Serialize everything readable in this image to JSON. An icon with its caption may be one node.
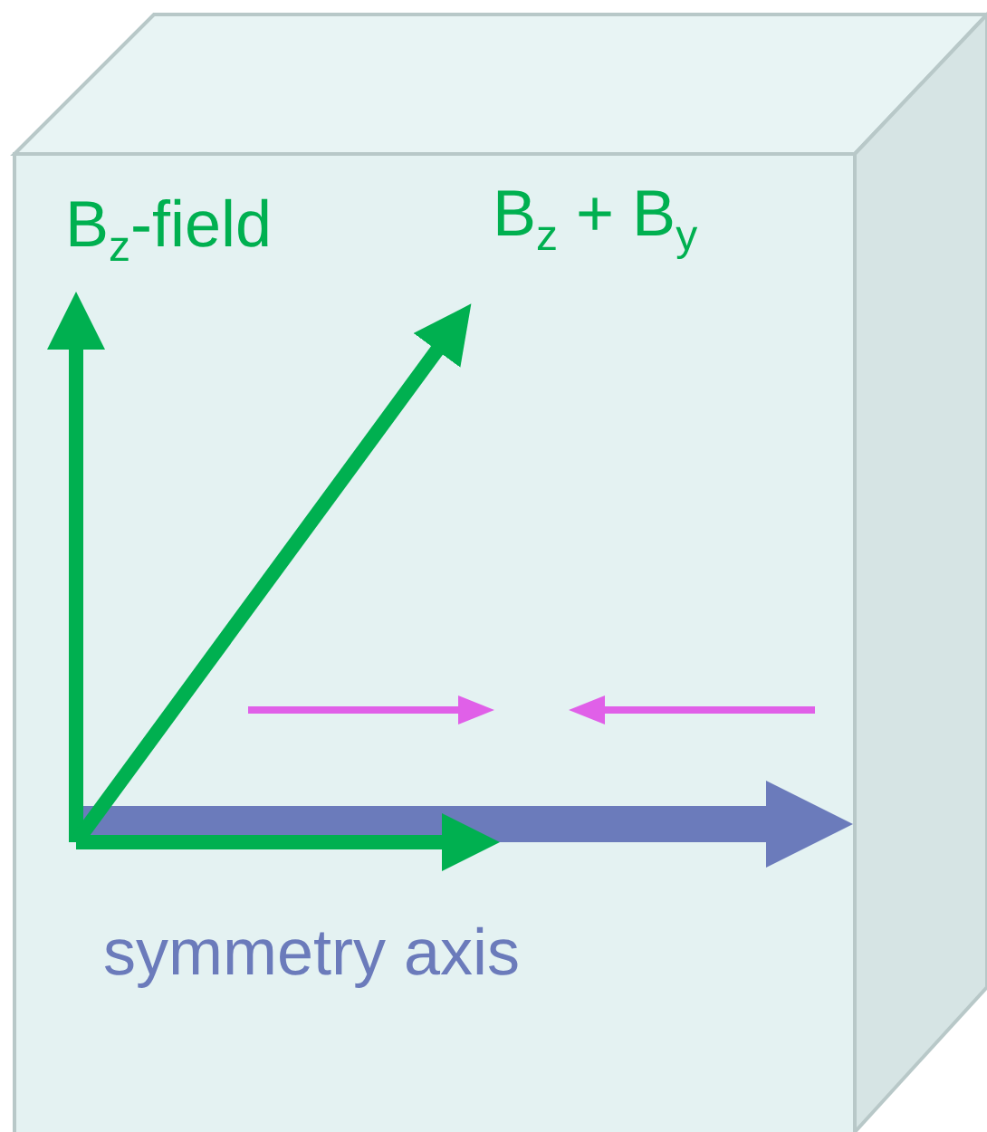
{
  "diagram": {
    "labels": [
      "B$_{z}$-field",
      "B$_{z}$ + B$_{y}$",
      "symmetry axis"
    ]
  }
}
